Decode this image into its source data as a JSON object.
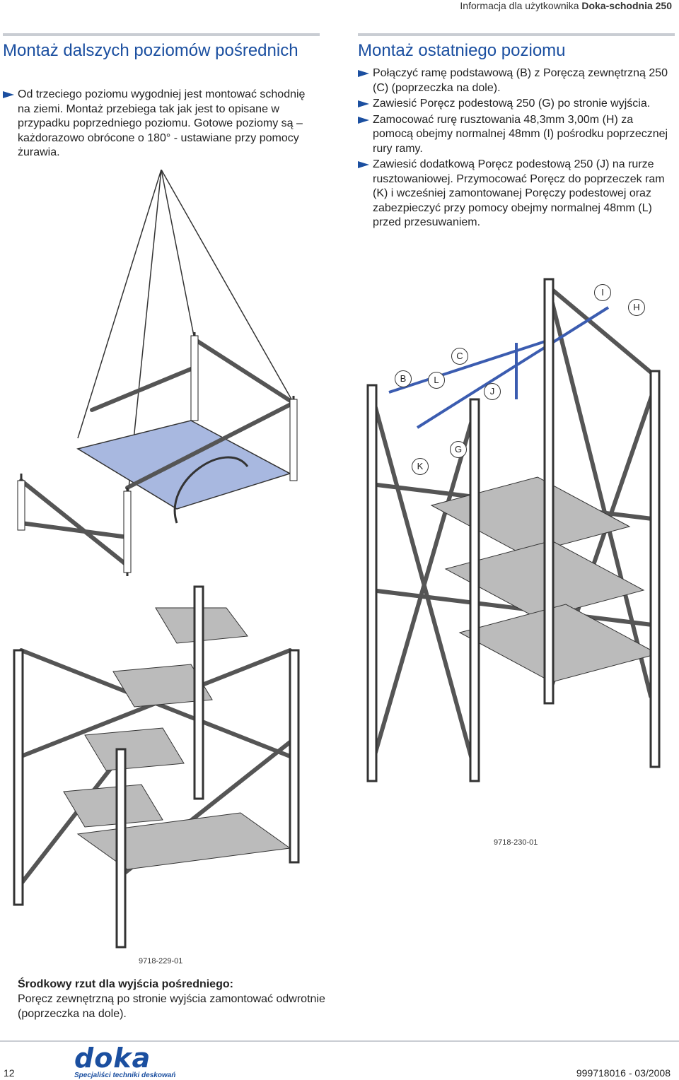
{
  "header": {
    "prefix": "Informacja dla użytkownika ",
    "product": "Doka-schodnia 250"
  },
  "left": {
    "heading": "Montaż dalszych poziomów pośrednich",
    "bullets": [
      "Od trzeciego poziomu wygodniej jest montować schodnię na ziemi. Montaż przebiega tak jak jest to opisane w przypadku poprzedniego poziomu. Gotowe poziomy są – każdorazowo obrócone o 180° - ustawiane przy pomocy żurawia."
    ]
  },
  "right": {
    "heading": "Montaż ostatniego poziomu",
    "bullets": [
      "Połączyć ramę podstawową (B) z Poręczą zewnętrzną 250 (C) (poprzeczka na dole).",
      "Zawiesić Poręcz podestową 250 (G) po stronie wyjścia.",
      "Zamocować rurę rusztowania 48,3mm 3,00m (H) za pomocą obejmy normalnej 48mm (I) pośrodku poprzecznej rury ramy.",
      "Zawiesić dodatkową Poręcz podestową 250 (J) na rurze rusztowaniowej. Przymocować Poręcz do poprzeczek ram (K) i wcześniej zamontowanej Poręczy podestowej oraz zabezpieczyć przy pomocy obejmy normalnej 48mm (L) przed przesuwaniem."
    ]
  },
  "labels": {
    "I": "I",
    "H": "H",
    "C": "C",
    "B": "B",
    "L": "L",
    "J": "J",
    "G": "G",
    "K": "K"
  },
  "figures": {
    "fig1_code": "9718-230-01",
    "fig2_code": "9718-229-01"
  },
  "caption": {
    "title": "Środkowy rzut dla wyjścia pośredniego:",
    "text": "Poręcz zewnętrzną po stronie wyjścia zamontować odwrotnie (poprzeczka na dole)."
  },
  "footer": {
    "page": "12",
    "doc": "999718016 - 03/2008",
    "logo": "doka",
    "tagline": "Specjaliści techniki deskowań"
  },
  "colors": {
    "accent": "#1b4fa0",
    "platform": "#a8b8e0"
  }
}
